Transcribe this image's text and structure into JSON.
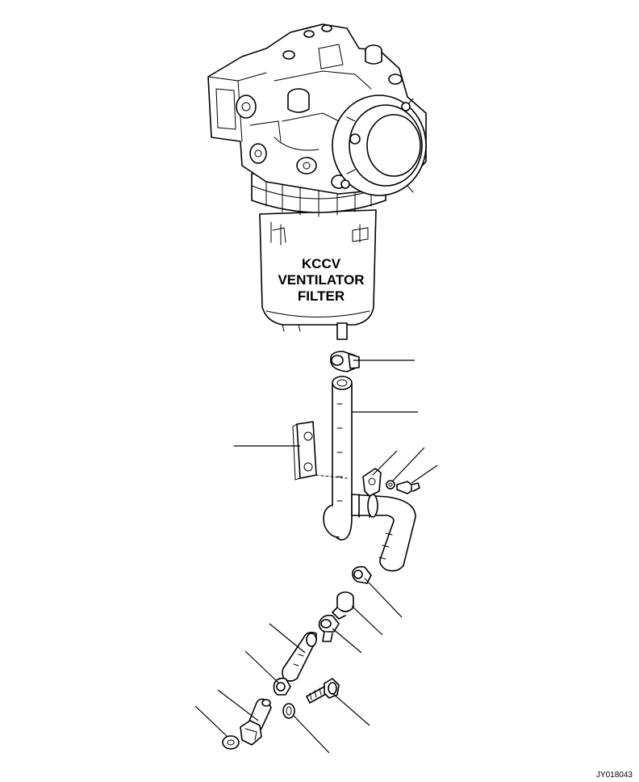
{
  "filter_label": {
    "line1": "KCCV",
    "line2": "VENTILATOR",
    "line3": "FILTER"
  },
  "drawing_number": "JY018043",
  "colors": {
    "line": "#000000",
    "background": "#ffffff"
  }
}
